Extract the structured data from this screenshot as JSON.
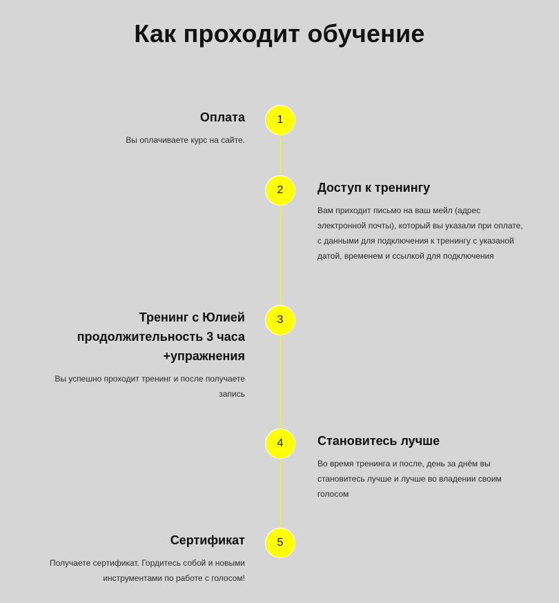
{
  "page_title": "Как проходит обучение",
  "colors": {
    "background": "#d6d6d6",
    "accent": "#ffff00",
    "line": "#f2ef56",
    "text": "#111111"
  },
  "steps": [
    {
      "number": "1",
      "title": "Оплата",
      "description": "Вы оплачиваете курс на сайте."
    },
    {
      "number": "2",
      "title": "Доступ к тренингу",
      "description": "Вам приходит письмо на ваш мейл (адрес электронной почты), который вы указали при оплате, с данными для подключения к тренингу с указаной датой, временем и ссылкой для подключения"
    },
    {
      "number": "3",
      "title": "Тренинг с Юлией продолжительность 3 часа +упражнения",
      "description": "Вы успешно проходит тренинг и после получаете запись"
    },
    {
      "number": "4",
      "title": "Становитесь лучше",
      "description": "Во время тренинга и после, день за днём вы становитесь лучше и лучше во владении своим голосом"
    },
    {
      "number": "5",
      "title": "Сертификат",
      "description": "Получаете сертификат. Гордитесь собой и новыми инструментами по работе с голосом!"
    }
  ]
}
